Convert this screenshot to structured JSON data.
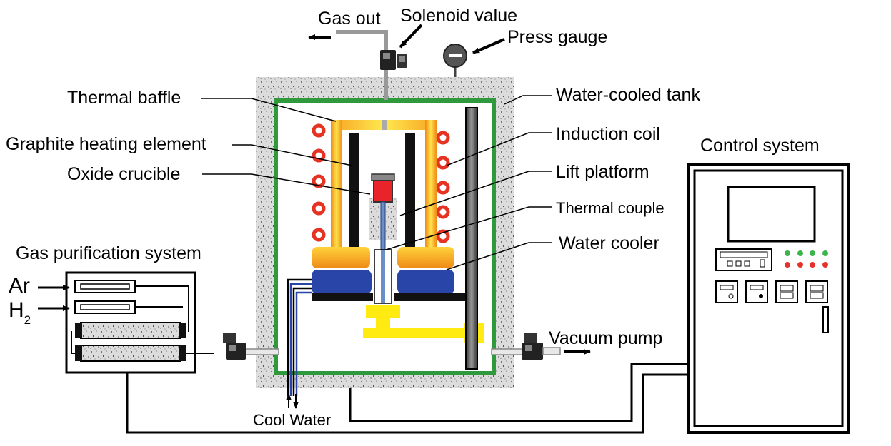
{
  "labels": {
    "gas_out": "Gas out",
    "solenoid_value": "Solenoid value",
    "press_gauge": "Press gauge",
    "thermal_baffle": "Thermal baffle",
    "water_cooled_tank": "Water-cooled tank",
    "graphite_heating_element": "Graphite heating element",
    "induction_coil": "Induction coil",
    "control_system": "Control system",
    "oxide_crucible": "Oxide crucible",
    "lift_platform": "Lift platform",
    "thermal_couple": "Thermal couple",
    "water_cooler": "Water cooler",
    "gas_purification_system": "Gas purification system",
    "ar": "Ar",
    "h": "H",
    "h_sub": "2",
    "vacuum_pump": "Vacuum pump",
    "cool_water": "Cool Water"
  },
  "colors": {
    "insulation": "#d9d9d9",
    "tank_wall": "#2e9a3c",
    "coil": "#e53222",
    "baffle_orange": "#f39a1e",
    "baffle_yellow": "#ffe14a",
    "graphite": "#111111",
    "crucible": "#e8232a",
    "cooler_blue": "#2a45a8",
    "lift_yellow": "#ffeb12",
    "thermocouple": "#6a8fc8",
    "panel_red": "#e5322b",
    "panel_green": "#3bb54a"
  }
}
